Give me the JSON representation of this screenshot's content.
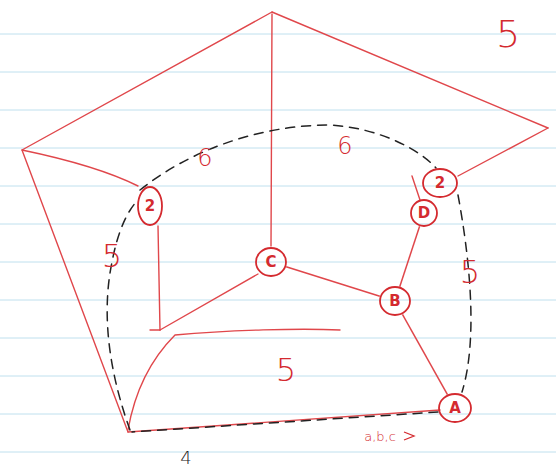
{
  "diagram": {
    "nodes": [
      {
        "text": [
          "2"
        ]
      },
      {
        "text": [
          "2"
        ]
      },
      {
        "text": [
          "D"
        ]
      },
      {
        "text": [
          "C"
        ]
      },
      {
        "text": [
          "B"
        ]
      },
      {
        "text": [
          "A"
        ]
      }
    ],
    "edges": [
      {
        "from": 2,
        "to": 4,
        "arrow": "none"
      },
      {
        "from": 3,
        "to": 4,
        "arrow": "none"
      },
      {
        "from": 4,
        "to": 5,
        "arrow": "none"
      }
    ],
    "labels": [
      "5",
      "6",
      "6",
      "5",
      "5",
      "5",
      "a,b,c",
      "4"
    ]
  }
}
